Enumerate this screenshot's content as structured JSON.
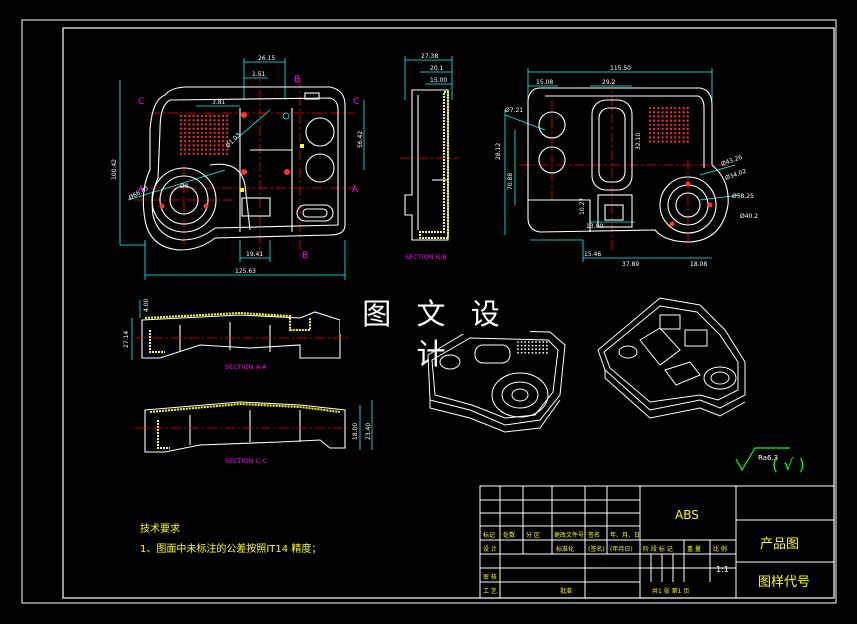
{
  "title_overlay": "图 文 设 计",
  "sections": {
    "b": "SECTION B-B",
    "a": "SECTION A-A",
    "c": "SECTION C-C"
  },
  "cut_labels": {
    "a": "A",
    "b": "B",
    "c": "C"
  },
  "front_dims": {
    "top1": "26.15",
    "top2": "1.51",
    "top3": "3.81",
    "left_v": "100.42",
    "right_v": "56.42",
    "d1": "Ø1.03",
    "d2": "Ø66.85",
    "d3": "Ø8",
    "bottom1": "19.41",
    "bottom2": "125.63"
  },
  "side_dims": {
    "d1": "27.38",
    "d2": "20.1",
    "d3": "15.00"
  },
  "back_dims": {
    "top": "115.50",
    "w1": "15.08",
    "w2": "29.2",
    "d1": "Ø7.21",
    "r1": "Ø43.26",
    "r2": "Ø34.02",
    "r3": "Ø58.25",
    "r4": "Ø40.2",
    "b1": "15.46",
    "b2": "37.89",
    "b3": "18.08",
    "b4": "13.00",
    "v1": "28.12",
    "v2": "70.88",
    "v3": "10.27",
    "v4": "32.10"
  },
  "sec_a_dims": {
    "h": "27.14",
    "t": "4.00"
  },
  "sec_c_dims": {
    "h1": "18.00",
    "h2": "23.40"
  },
  "roughness": {
    "symbol": "Ra6.3",
    "extra": "( √ )"
  },
  "notes": {
    "heading": "技术要求",
    "line1": "1、图面中未标注的公差按照IT14 精度；"
  },
  "titleblock": {
    "material": "ABS",
    "name": "产品图",
    "code": "图样代号",
    "headers": [
      "标记",
      "处数",
      "分 区",
      "更改文件号",
      "签名",
      "年、月、日"
    ],
    "row2": [
      "设 计",
      "",
      "",
      "标准化",
      "(签名)",
      "(年月日)"
    ],
    "row_stage": [
      "阶 段 标 记",
      "重 量",
      "比 例"
    ],
    "scale": "1:1",
    "row4": [
      "审 核"
    ],
    "row5": [
      "工 艺",
      "批准"
    ],
    "sheets": "共1 张   第1 页"
  }
}
